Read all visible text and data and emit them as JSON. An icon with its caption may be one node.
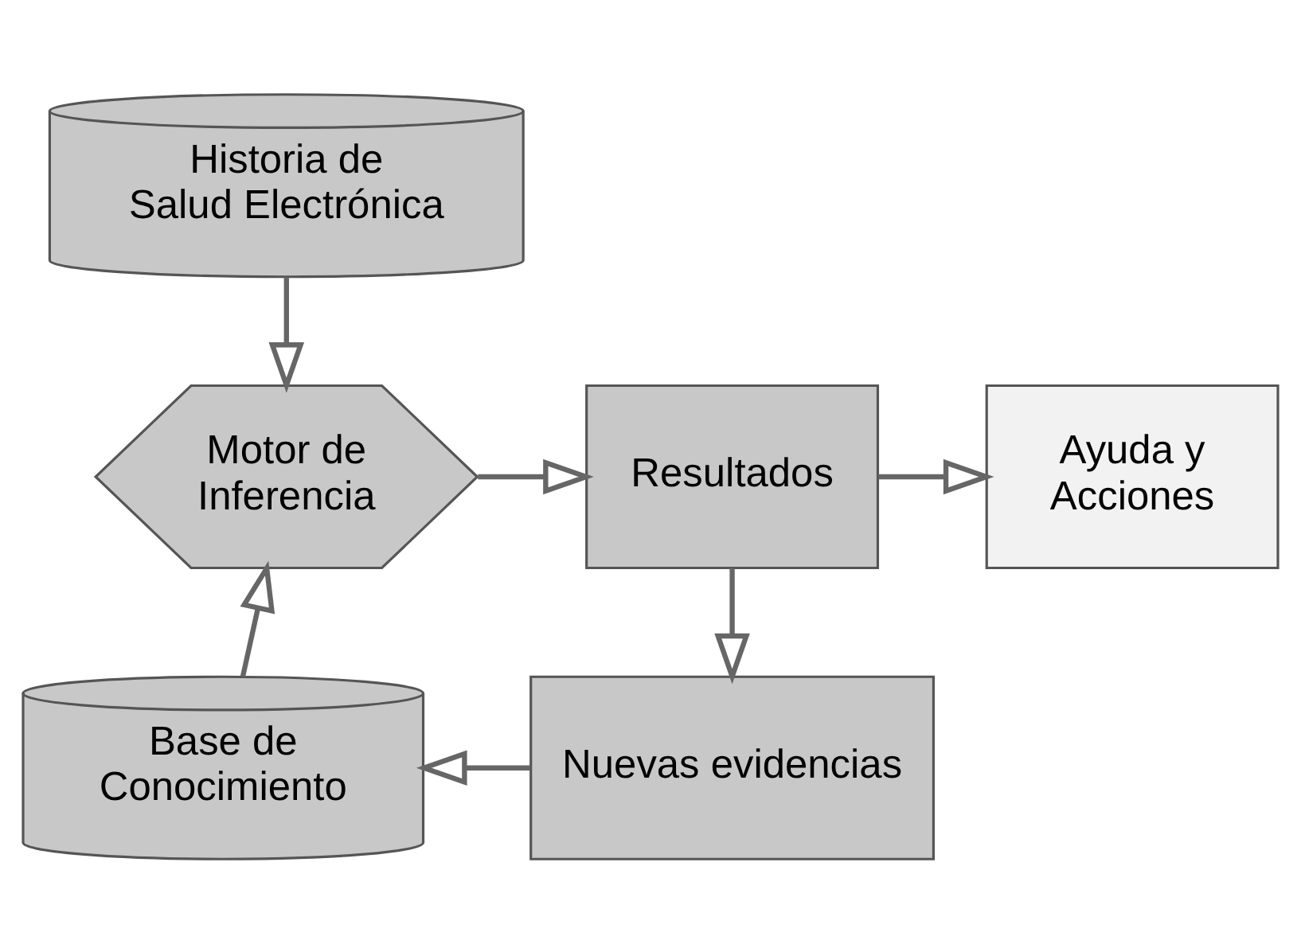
{
  "diagram": {
    "nodes": [
      {
        "text": [
          "Historia de Salud Electrónica"
        ]
      },
      {
        "text": [
          "Motor de Inferencia"
        ]
      },
      {
        "text": [
          "Resultados"
        ]
      },
      {
        "text": [
          "Ayuda y Acciones"
        ]
      },
      {
        "text": [
          "Nuevas evidencias"
        ]
      },
      {
        "text": [
          "Base de Conocimiento"
        ]
      }
    ],
    "edges": [
      {
        "from": 0,
        "to": 1,
        "arrow": "to"
      },
      {
        "from": 1,
        "to": 2,
        "arrow": "to"
      },
      {
        "from": 2,
        "to": 3,
        "arrow": "to"
      },
      {
        "from": 2,
        "to": 4,
        "arrow": "to"
      },
      {
        "from": 4,
        "to": 5,
        "arrow": "to"
      },
      {
        "from": 5,
        "to": 1,
        "arrow": "to"
      }
    ]
  }
}
